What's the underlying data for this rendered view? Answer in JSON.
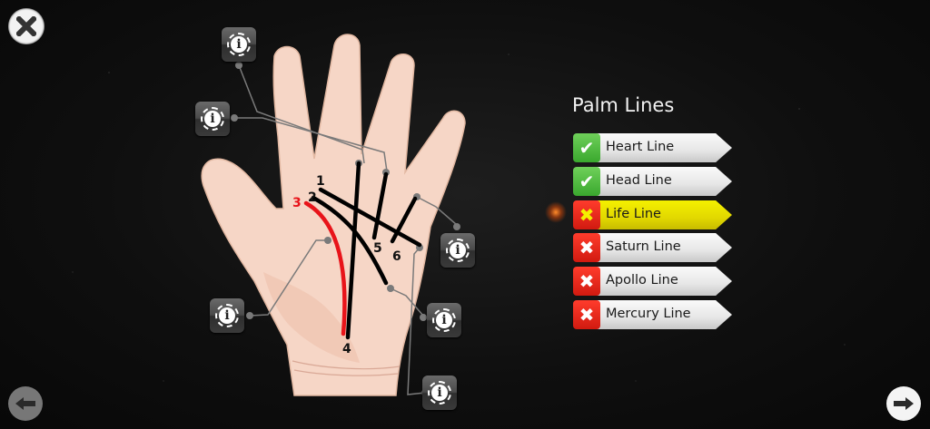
{
  "controls": {
    "close_icon": "✖",
    "prev_icon": "🡐",
    "next_icon": "🡒"
  },
  "panel": {
    "title": "Palm Lines",
    "items": [
      {
        "label": "Heart Line",
        "status": "correct",
        "status_icon": "✔",
        "active": false
      },
      {
        "label": "Head Line",
        "status": "correct",
        "status_icon": "✔",
        "active": false
      },
      {
        "label": "Life Line",
        "status": "incorrect",
        "status_icon": "✖",
        "active": true
      },
      {
        "label": "Saturn Line",
        "status": "incorrect",
        "status_icon": "✖",
        "active": false
      },
      {
        "label": "Apollo Line",
        "status": "incorrect",
        "status_icon": "✖",
        "active": false
      },
      {
        "label": "Mercury Line",
        "status": "incorrect",
        "status_icon": "✖",
        "active": false
      }
    ]
  },
  "hand": {
    "line_numbers": [
      "1",
      "2",
      "3",
      "4",
      "5",
      "6"
    ],
    "highlight_line": "3",
    "highlight_color": "#e8141a",
    "info_glyph": "i"
  },
  "colors": {
    "correct": "#4cbb3c",
    "incorrect": "#e8241a",
    "active_tag": "#ece600",
    "skin": "#f6d6c6"
  }
}
